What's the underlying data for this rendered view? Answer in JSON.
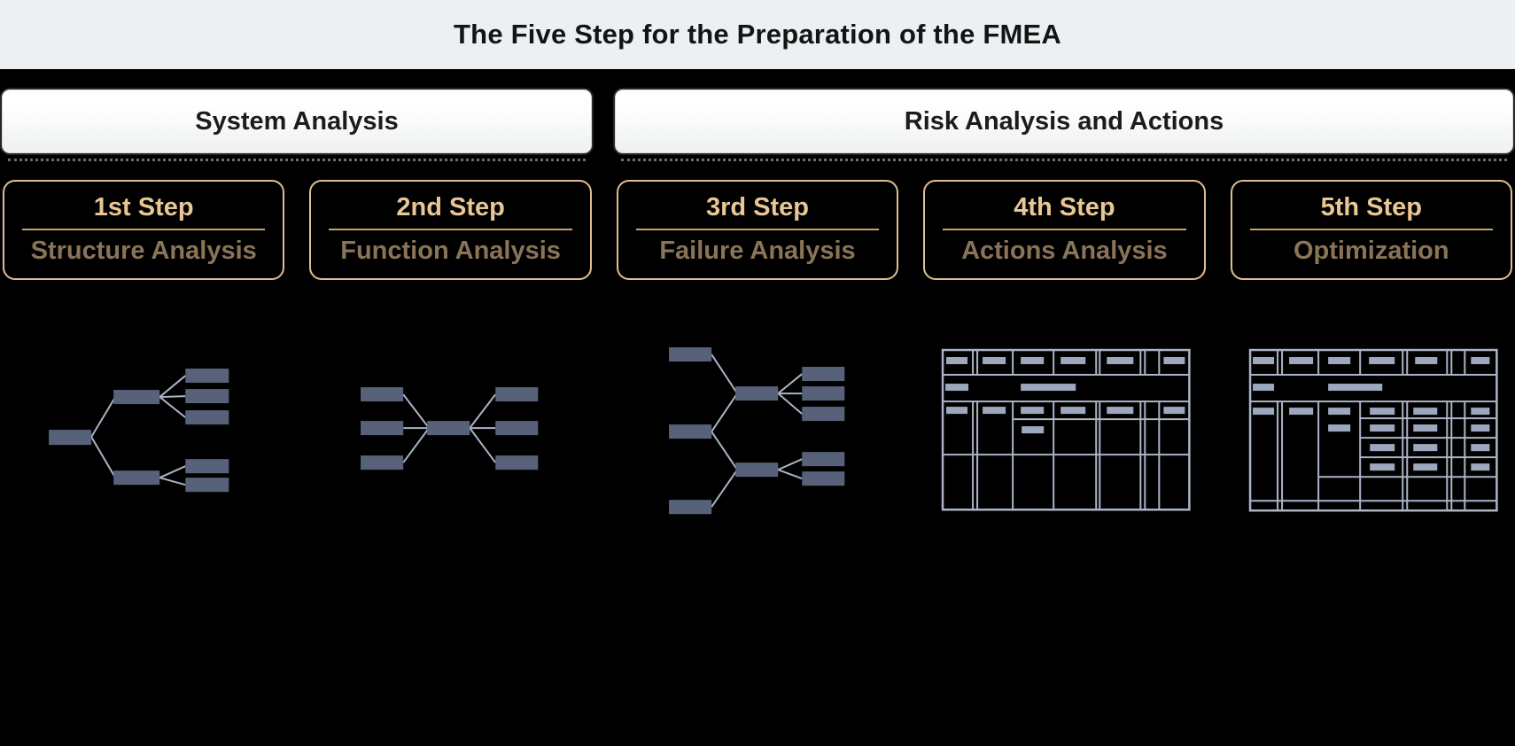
{
  "title": "The Five Step for the Preparation of the FMEA",
  "sections": {
    "system": "System Analysis",
    "risk": "Risk Analysis and Actions"
  },
  "steps": [
    {
      "step": "1st Step",
      "name": "Structure Analysis",
      "diagram": "structure-tree"
    },
    {
      "step": "2nd Step",
      "name": "Function Analysis",
      "diagram": "function-network"
    },
    {
      "step": "3rd Step",
      "name": "Failure Analysis",
      "diagram": "failure-tree"
    },
    {
      "step": "4th Step",
      "name": "Actions Analysis",
      "diagram": "fmea-form-empty"
    },
    {
      "step": "5th Step",
      "name": "Optimization",
      "diagram": "fmea-form-filled"
    }
  ],
  "colors": {
    "page_bg": "#000000",
    "title_bar_bg": "#edf0f2",
    "title_text": "#141414",
    "header_box_bg": "#ffffff",
    "header_text": "#1c1c1c",
    "gold_border": "#debe92",
    "step_label_color": "#e8c795",
    "divider_color": "#c8a371",
    "step_name_color": "#8a7458",
    "node_fill": "#57627a",
    "line_color": "#aab4c4",
    "bar_fill": "#9da8be"
  }
}
